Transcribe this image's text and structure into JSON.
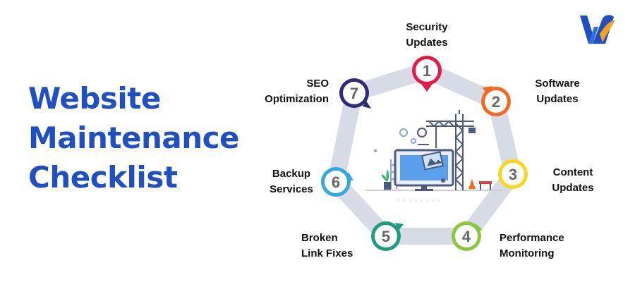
{
  "title": {
    "line1": "Website",
    "line2": "Maintenance",
    "line3": "Checklist"
  },
  "brand_colors": {
    "title": "#1f4fc1",
    "ring": "#d6dbe6"
  },
  "steps": [
    {
      "number": "1",
      "line1": "Security",
      "line2": "Updates",
      "color": "#e31b47"
    },
    {
      "number": "2",
      "line1": "Software",
      "line2": "Updates",
      "color": "#f26a21"
    },
    {
      "number": "3",
      "line1": "Content",
      "line2": "Updates",
      "color": "#f7d81c"
    },
    {
      "number": "4",
      "line1": "Performance",
      "line2": "Monitoring",
      "color": "#8cc63f"
    },
    {
      "number": "5",
      "line1": "Broken",
      "line2": "Link Fixes",
      "color": "#1e9c7e"
    },
    {
      "number": "6",
      "line1": "Backup",
      "line2": "Services",
      "color": "#35a7e0"
    },
    {
      "number": "7",
      "line1": "SEO",
      "line2": "Optimization",
      "color": "#2f2a7a"
    }
  ],
  "icons": {
    "center": "monitor-construction-illustration",
    "logo": "brand-w-logo-icon"
  }
}
